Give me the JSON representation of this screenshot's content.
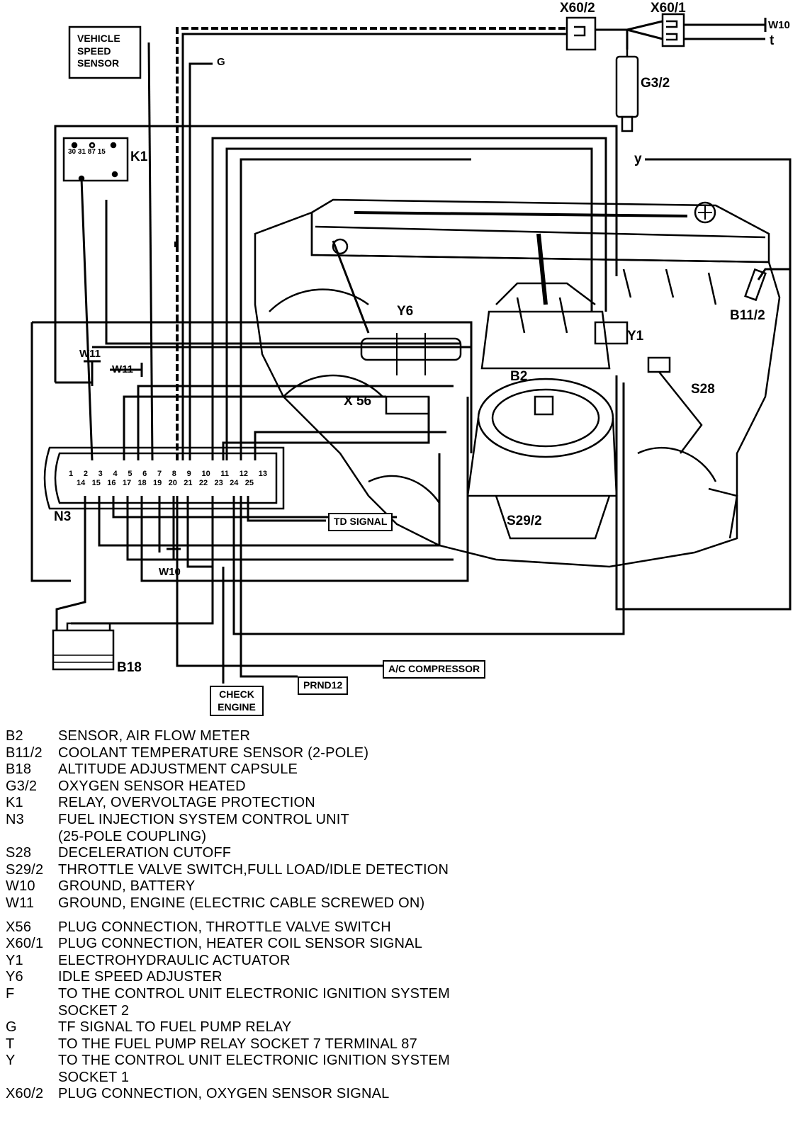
{
  "labels": {
    "x60_2": "X60/2",
    "x60_1": "X60/1",
    "w10_top": "W10",
    "t_lower": "t",
    "g3_2": "G3/2",
    "vehicle_speed_sensor": "VEHICLE SPEED SENSOR",
    "g_lower": "G",
    "k1": "K1",
    "k1_pins": "30 31 87 15",
    "y_lower": "y",
    "b11_2": "B11/2",
    "y6": "Y6",
    "y1": "Y1",
    "b2": "B2",
    "s28": "S28",
    "x56": "X 56",
    "w11_a": "W11",
    "w11_b": "W11",
    "n3": "N3",
    "td_signal": "TD SIGNAL",
    "s29_2": "S29/2",
    "w10_bottom": "W10",
    "b18": "B18",
    "ac_compressor": "A/C COMPRESSOR",
    "prnd12": "PRND12",
    "check_engine": "CHECK ENGINE"
  },
  "connector": {
    "top_pins": [
      "1",
      "2",
      "3",
      "4",
      "5",
      "6",
      "7",
      "8",
      "9",
      "10",
      "11",
      "12",
      "13"
    ],
    "bottom_pins": [
      "14",
      "15",
      "16",
      "17",
      "18",
      "19",
      "20",
      "21",
      "22",
      "23",
      "24",
      "25"
    ]
  },
  "legend": [
    {
      "code": "B2",
      "desc": "SENSOR, AIR FLOW METER"
    },
    {
      "code": "B11/2",
      "desc": "COOLANT TEMPERATURE SENSOR (2-POLE)"
    },
    {
      "code": "B18",
      "desc": "ALTITUDE ADJUSTMENT CAPSULE"
    },
    {
      "code": "G3/2",
      "desc": "OXYGEN SENSOR HEATED"
    },
    {
      "code": "K1",
      "desc": "RELAY, OVERVOLTAGE PROTECTION"
    },
    {
      "code": "N3",
      "desc": "FUEL INJECTION SYSTEM CONTROL UNIT"
    },
    {
      "code": "",
      "desc": "(25-POLE COUPLING)"
    },
    {
      "code": "S28",
      "desc": "DECELERATION CUTOFF"
    },
    {
      "code": "S29/2",
      "desc": "THROTTLE VALVE SWITCH,FULL LOAD/IDLE DETECTION"
    },
    {
      "code": "W10",
      "desc": "GROUND, BATTERY"
    },
    {
      "code": "W11",
      "desc": "GROUND, ENGINE (ELECTRIC CABLE SCREWED ON)"
    },
    {
      "code": "X56",
      "desc": "PLUG CONNECTION, THROTTLE VALVE SWITCH"
    },
    {
      "code": "X60/1",
      "desc": "PLUG CONNECTION, HEATER COIL SENSOR SIGNAL"
    },
    {
      "code": "Y1",
      "desc": "ELECTROHYDRAULIC ACTUATOR"
    },
    {
      "code": "Y6",
      "desc": "IDLE SPEED ADJUSTER"
    },
    {
      "code": "F",
      "desc": "TO THE  CONTROL UNIT ELECTRONIC IGNITION SYSTEM"
    },
    {
      "code": "",
      "desc": "SOCKET 2"
    },
    {
      "code": "G",
      "desc": "TF SIGNAL TO FUEL PUMP RELAY"
    },
    {
      "code": "T",
      "desc": "TO THE FUEL PUMP RELAY SOCKET 7 TERMINAL 87"
    },
    {
      "code": "Y",
      "desc": "TO THE CONTROL UNIT ELECTRONIC IGNITION SYSTEM"
    },
    {
      "code": "",
      "desc": "SOCKET 1"
    },
    {
      "code": "X60/2",
      "desc": "PLUG CONNECTION, OXYGEN SENSOR SIGNAL"
    }
  ]
}
